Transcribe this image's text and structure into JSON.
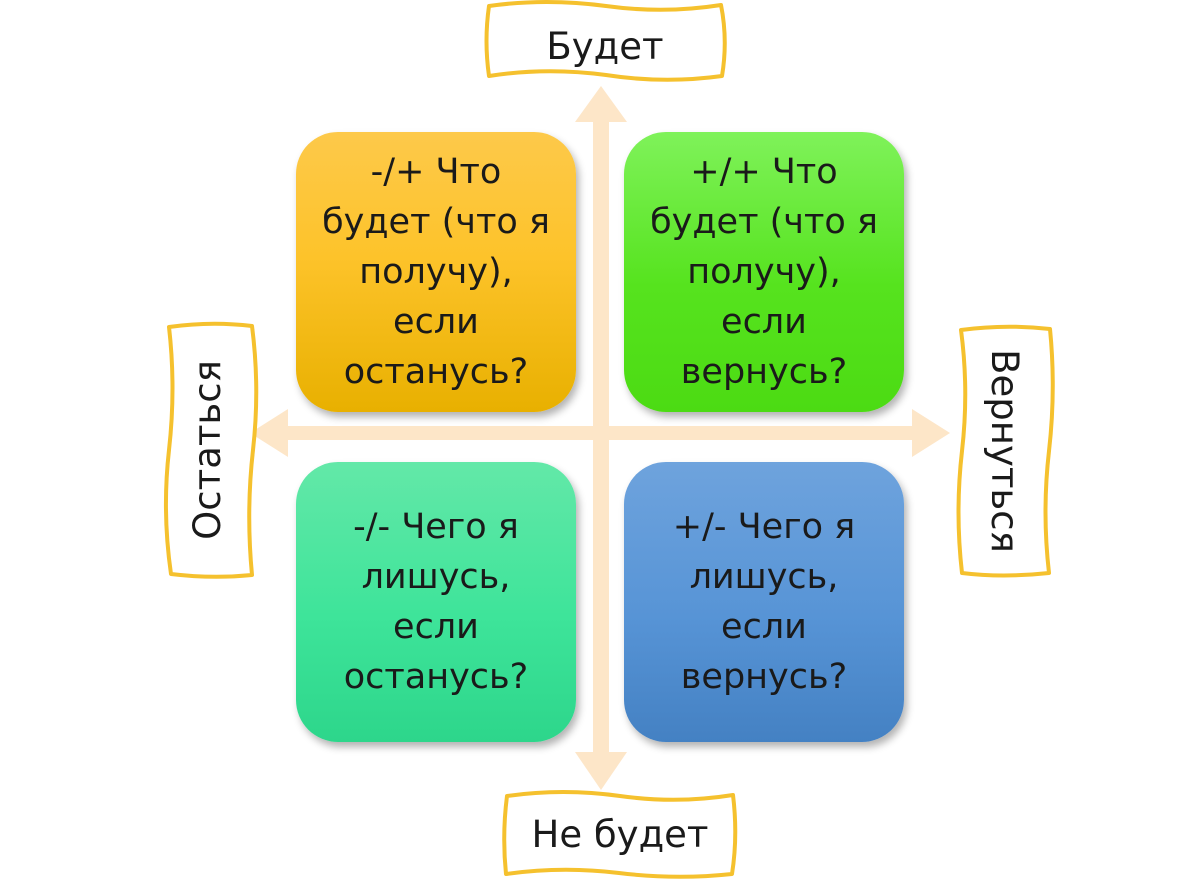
{
  "axes": {
    "top": "Будет",
    "bottom": "Не будет",
    "left": "Остаться",
    "right": "Вернуться"
  },
  "quadrants": {
    "top_left": "-/+ Что\nбудет (что я\nполучу),\nесли\nостанусь?",
    "top_right": "+/+ Что\nбудет (что я\nполучу),\nесли\nвернусь?",
    "bottom_left": "-/- Чего я\nлишусь,\nесли\nостанусь?",
    "bottom_right": "+/- Чего я\nлишусь,\nесли\nвернусь?"
  },
  "colors": {
    "top_left": "#fdc32a",
    "top_right": "#56e31e",
    "bottom_left": "#3ee49a",
    "bottom_right": "#5794d6",
    "arrow": "#fde6c8",
    "sign_border": "#f5c12e"
  }
}
